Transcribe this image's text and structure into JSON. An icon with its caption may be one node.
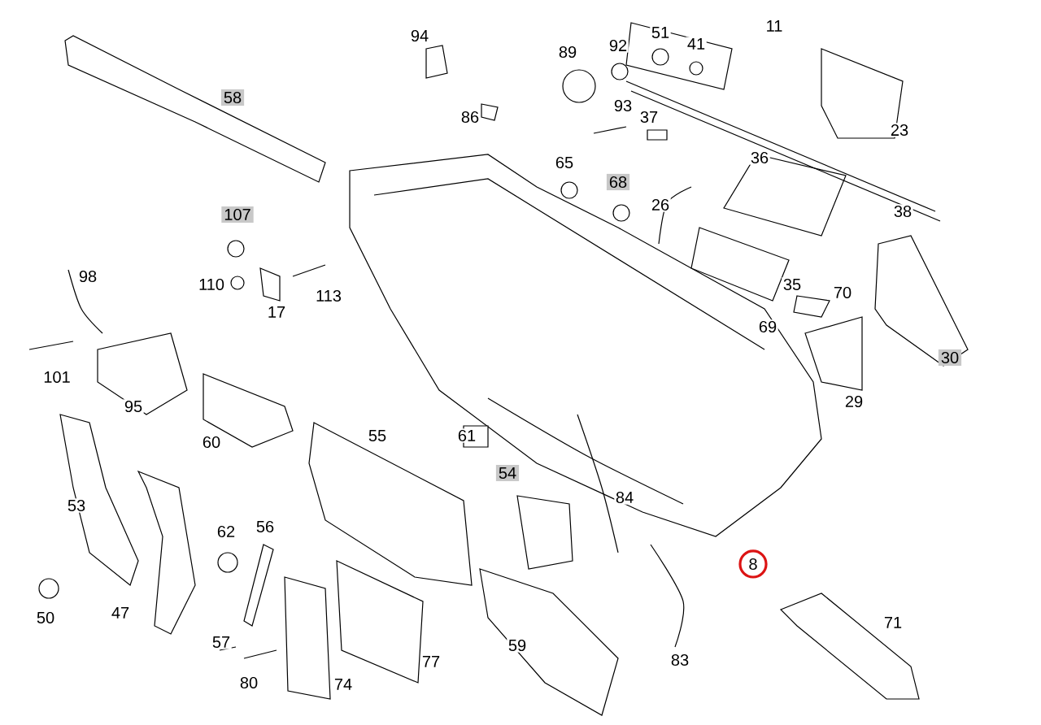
{
  "diagram": {
    "nodes": [
      {
        "text": [
          "58"
        ]
      },
      {
        "text": [
          "68"
        ]
      },
      {
        "text": [
          "107"
        ]
      },
      {
        "text": [
          "30"
        ]
      },
      {
        "text": [
          "54"
        ]
      },
      {
        "text": [
          "8"
        ]
      }
    ],
    "labels": [
      "11",
      "94",
      "51",
      "89",
      "92",
      "41",
      "86",
      "93",
      "37",
      "23",
      "65",
      "36",
      "26",
      "38",
      "98",
      "110",
      "113",
      "35",
      "70",
      "17",
      "69",
      "101",
      "95",
      "29",
      "60",
      "55",
      "61",
      "84",
      "53",
      "62",
      "56",
      "50",
      "47",
      "57",
      "77",
      "59",
      "83",
      "71",
      "80",
      "74"
    ]
  }
}
